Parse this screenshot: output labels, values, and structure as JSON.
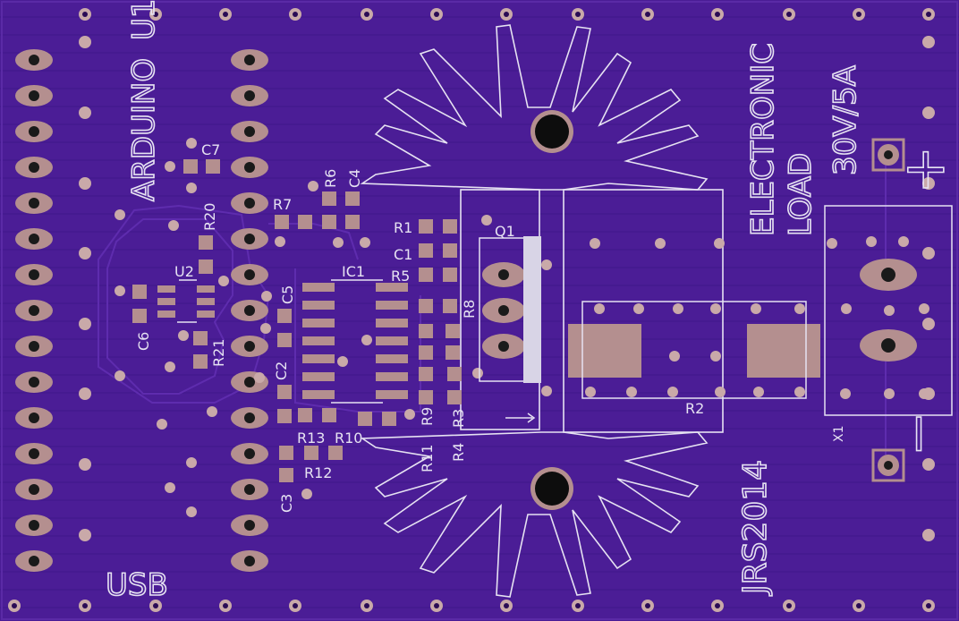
{
  "board": {
    "colors": {
      "substrate": "#4b1d96",
      "substrate_dark": "#3a137a",
      "copper_pour": "#5a2aa6",
      "trace": "#6a3bb8",
      "pad": "#b48f8f",
      "pad_hole": "#1a1a1a",
      "silkscreen": "#e6e2f2",
      "drill_ring": "#c9a9a9"
    },
    "labels": {
      "arduino": "ARDUINO",
      "u1": "U1",
      "usb": "USB",
      "electronic": "ELECTRONIC",
      "load": "LOAD",
      "rating": "30V/5A",
      "author": "JRS2014",
      "plus": "+",
      "minus": "−",
      "q1": "Q1",
      "ic1": "IC1",
      "u2": "U2",
      "r1": "R1",
      "c1": "C1",
      "r5": "R5",
      "r8": "R8",
      "r2": "R2",
      "x1": "X1",
      "r7": "R7",
      "r6": "R6",
      "c4": "C4",
      "c7": "C7",
      "r20": "R20",
      "r21": "R21",
      "c6": "C6",
      "c5": "C5",
      "c2": "C2",
      "c3": "C3",
      "r13": "R13",
      "r10": "R10",
      "r12": "R12",
      "r11": "R11",
      "r9": "R9",
      "r4": "R4",
      "r3": "R3"
    }
  }
}
